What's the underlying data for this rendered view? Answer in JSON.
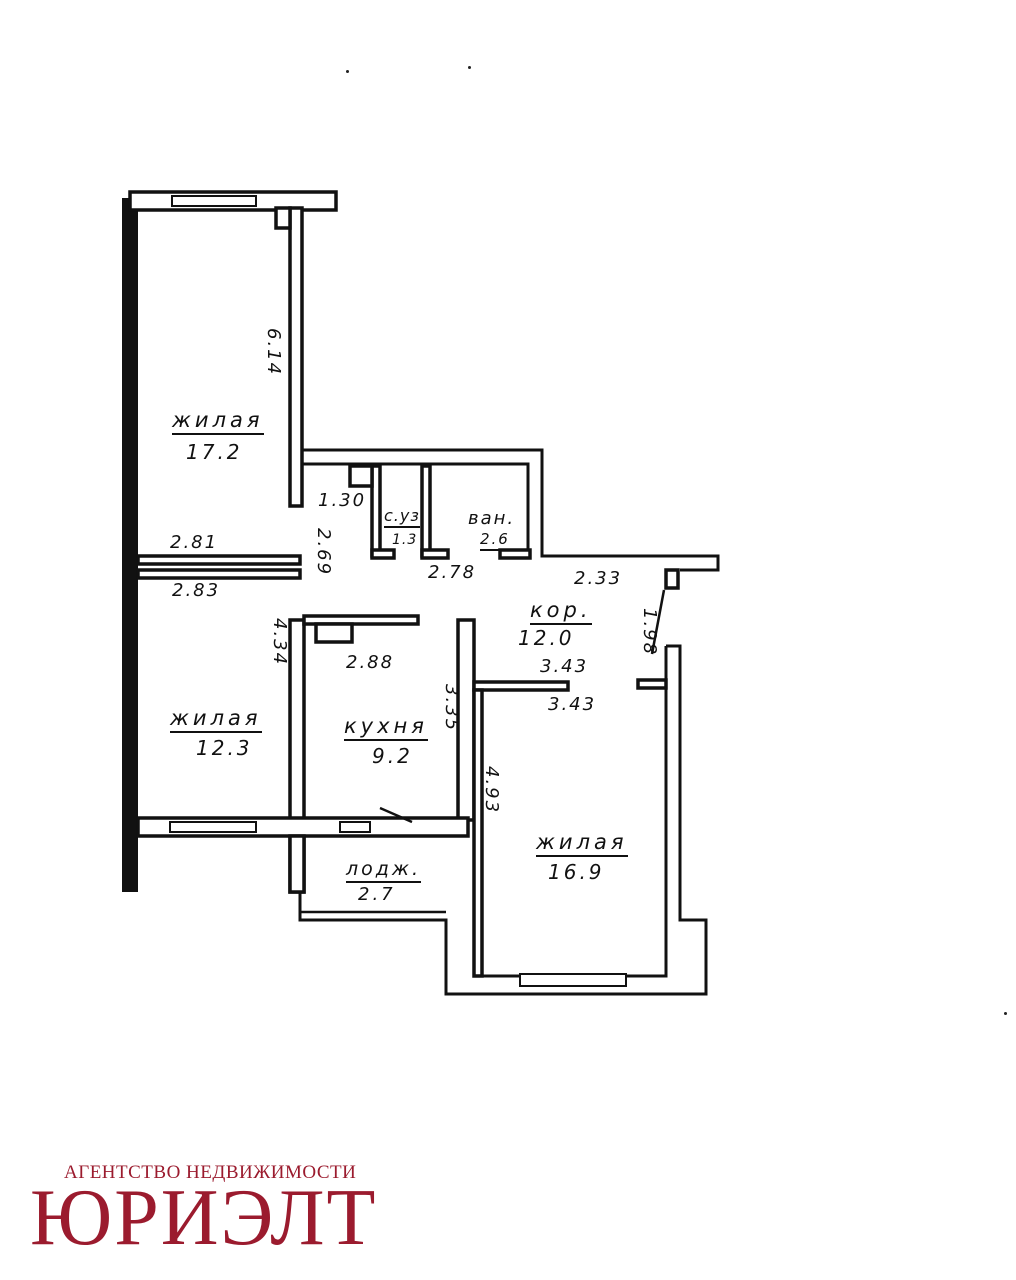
{
  "rooms": {
    "living_top": {
      "label": "жилая",
      "area": "17.2"
    },
    "living_left": {
      "label": "жилая",
      "area": "12.3"
    },
    "kitchen": {
      "label": "кухня",
      "area": "9.2"
    },
    "wc": {
      "label": "с.уз",
      "area": "1.3"
    },
    "bath": {
      "label": "ван.",
      "area": "2.6"
    },
    "corridor": {
      "label": "кор.",
      "area": "12.0"
    },
    "living_right": {
      "label": "жилая",
      "area": "16.9"
    },
    "loggia": {
      "label": "лодж.",
      "area": "2.7"
    }
  },
  "dimensions": {
    "d614": "6.14",
    "d130": "1.30",
    "d281": "2.81",
    "d283": "2.83",
    "d269": "2.69",
    "d278": "2.78",
    "d233": "2.33",
    "d198": "1.98",
    "d434": "4.34",
    "d288": "2.88",
    "d343a": "3.43",
    "d343b": "3.43",
    "d335": "3.35",
    "d493": "4.93"
  },
  "brand": {
    "subtitle": "АГЕНТСТВО НЕДВИЖИМОСТИ",
    "name": "ЮРИЭЛТ",
    "color": "#9b1b2e"
  }
}
